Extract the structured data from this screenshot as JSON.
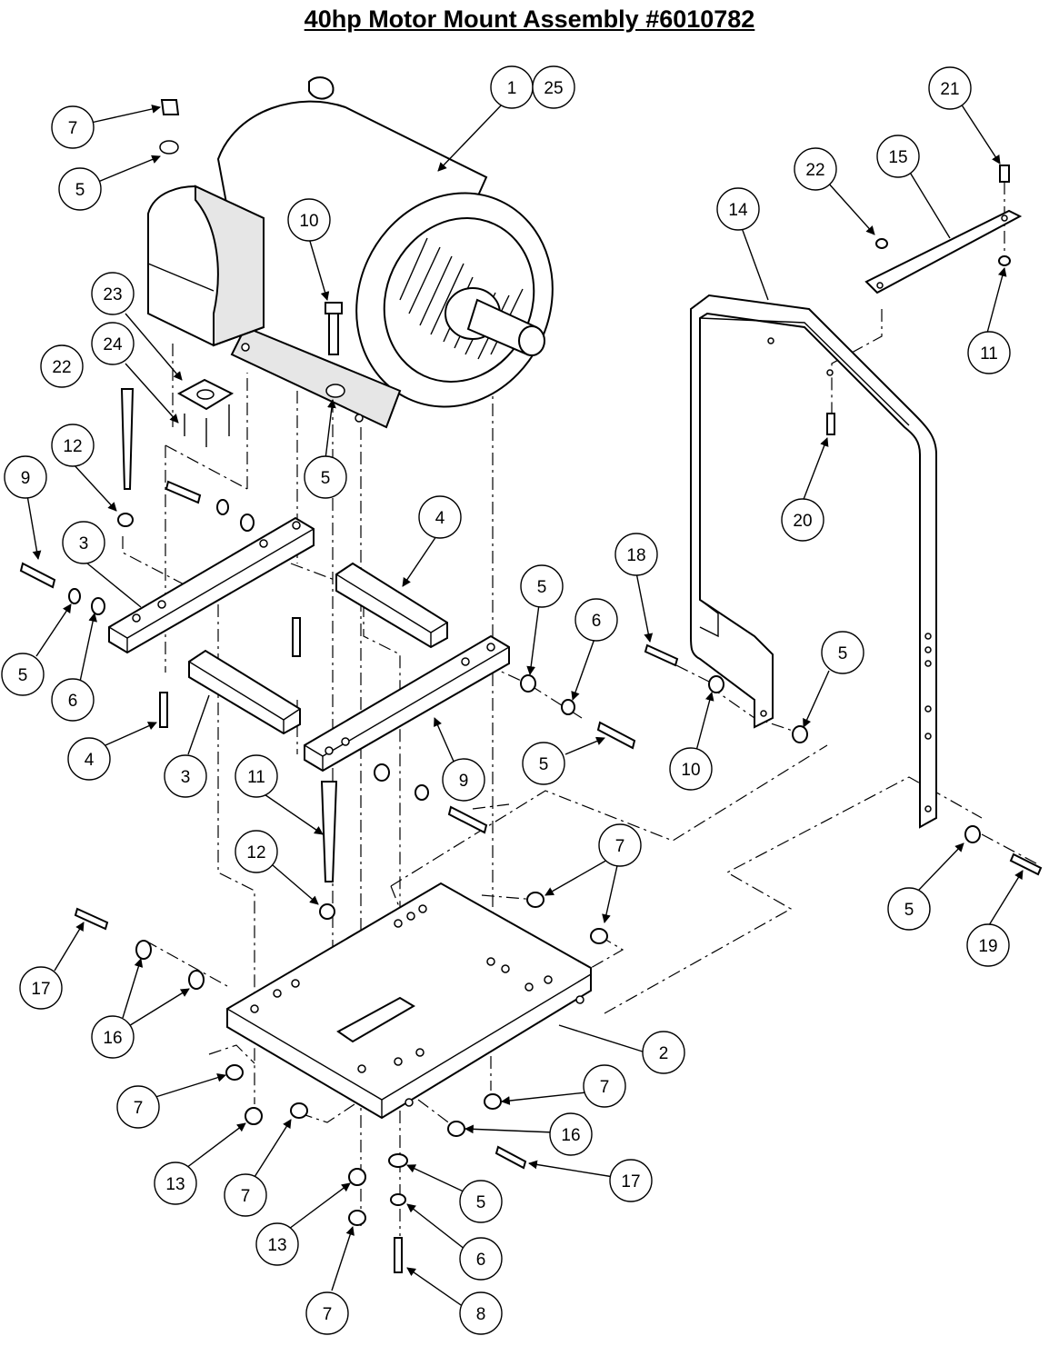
{
  "title": "40hp Motor Mount Assembly #6010782",
  "colors": {
    "line": "#000000",
    "background": "#ffffff"
  },
  "balloons": [
    {
      "label": "1"
    },
    {
      "label": "25"
    },
    {
      "label": "7"
    },
    {
      "label": "5"
    },
    {
      "label": "10"
    },
    {
      "label": "22"
    },
    {
      "label": "15"
    },
    {
      "label": "21"
    },
    {
      "label": "14"
    },
    {
      "label": "23"
    },
    {
      "label": "24"
    },
    {
      "label": "11"
    },
    {
      "label": "22"
    },
    {
      "label": "5"
    },
    {
      "label": "12"
    },
    {
      "label": "9"
    },
    {
      "label": "3"
    },
    {
      "label": "20"
    },
    {
      "label": "4"
    },
    {
      "label": "18"
    },
    {
      "label": "5"
    },
    {
      "label": "6"
    },
    {
      "label": "5"
    },
    {
      "label": "6"
    },
    {
      "label": "5"
    },
    {
      "label": "10"
    },
    {
      "label": "4"
    },
    {
      "label": "3"
    },
    {
      "label": "9"
    },
    {
      "label": "5"
    },
    {
      "label": "11"
    },
    {
      "label": "7"
    },
    {
      "label": "12"
    },
    {
      "label": "5"
    },
    {
      "label": "19"
    },
    {
      "label": "17"
    },
    {
      "label": "16"
    },
    {
      "label": "2"
    },
    {
      "label": "7"
    },
    {
      "label": "7"
    },
    {
      "label": "16"
    },
    {
      "label": "13"
    },
    {
      "label": "7"
    },
    {
      "label": "17"
    },
    {
      "label": "5"
    },
    {
      "label": "13"
    },
    {
      "label": "6"
    },
    {
      "label": "7"
    },
    {
      "label": "8"
    }
  ]
}
